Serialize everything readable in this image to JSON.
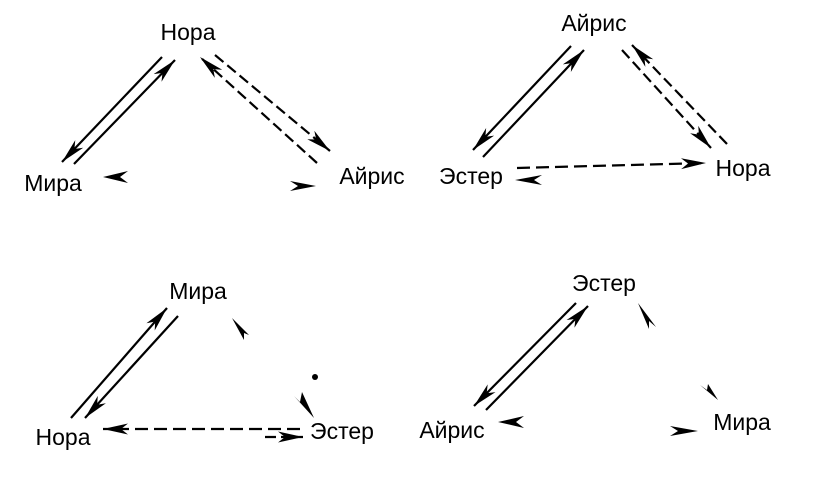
{
  "diagrams": [
    {
      "nodes": [
        {
          "key": "top",
          "label": "Нора"
        },
        {
          "key": "left",
          "label": "Мира"
        },
        {
          "key": "right",
          "label": "Айрис"
        }
      ],
      "edges": [
        {
          "from": "top",
          "to": "left",
          "style": "solid"
        },
        {
          "from": "left",
          "to": "top",
          "style": "solid"
        },
        {
          "from": "top",
          "to": "right",
          "style": "dashed"
        },
        {
          "from": "right",
          "to": "top",
          "style": "dashed"
        }
      ]
    },
    {
      "nodes": [
        {
          "key": "top",
          "label": "Айрис"
        },
        {
          "key": "left",
          "label": "Эстер"
        },
        {
          "key": "right",
          "label": "Нора"
        }
      ],
      "edges": [
        {
          "from": "top",
          "to": "left",
          "style": "solid"
        },
        {
          "from": "left",
          "to": "top",
          "style": "solid"
        },
        {
          "from": "top",
          "to": "right",
          "style": "dashed"
        },
        {
          "from": "right",
          "to": "top",
          "style": "dashed"
        },
        {
          "from": "left",
          "to": "right",
          "style": "dashed"
        }
      ]
    },
    {
      "nodes": [
        {
          "key": "top",
          "label": "Мира"
        },
        {
          "key": "left",
          "label": "Нора"
        },
        {
          "key": "right",
          "label": "Эстер"
        }
      ],
      "edges": [
        {
          "from": "top",
          "to": "left",
          "style": "solid"
        },
        {
          "from": "left",
          "to": "top",
          "style": "solid"
        },
        {
          "from": "left",
          "to": "right",
          "style": "dashed"
        },
        {
          "from": "right",
          "to": "left",
          "style": "dashed"
        }
      ]
    },
    {
      "nodes": [
        {
          "key": "top",
          "label": "Эстер"
        },
        {
          "key": "left",
          "label": "Айрис"
        },
        {
          "key": "right",
          "label": "Мира"
        }
      ],
      "edges": [
        {
          "from": "top",
          "to": "left",
          "style": "solid"
        },
        {
          "from": "left",
          "to": "top",
          "style": "solid"
        }
      ]
    }
  ]
}
